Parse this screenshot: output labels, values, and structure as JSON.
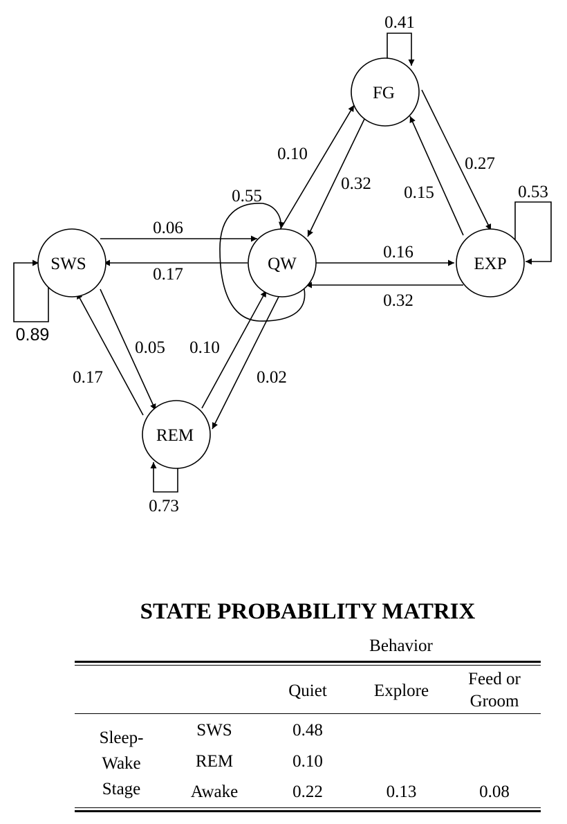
{
  "diagram": {
    "nodes": [
      {
        "id": "SWS",
        "label": "SWS"
      },
      {
        "id": "QW",
        "label": "QW"
      },
      {
        "id": "FG",
        "label": "FG"
      },
      {
        "id": "EXP",
        "label": "EXP"
      },
      {
        "id": "REM",
        "label": "REM"
      }
    ],
    "edges": [
      {
        "from": "SWS",
        "to": "QW",
        "probability": "0.06"
      },
      {
        "from": "QW",
        "to": "SWS",
        "probability": "0.17"
      },
      {
        "from": "SWS",
        "to": "REM",
        "probability": "0.05"
      },
      {
        "from": "REM",
        "to": "SWS",
        "probability": "0.17"
      },
      {
        "from": "REM",
        "to": "QW",
        "probability": "0.10"
      },
      {
        "from": "QW",
        "to": "REM",
        "probability": "0.02"
      },
      {
        "from": "QW",
        "to": "FG",
        "probability": "0.10"
      },
      {
        "from": "FG",
        "to": "QW",
        "probability": "0.32"
      },
      {
        "from": "FG",
        "to": "EXP",
        "probability": "0.27"
      },
      {
        "from": "EXP",
        "to": "FG",
        "probability": "0.15"
      },
      {
        "from": "QW",
        "to": "EXP",
        "probability": "0.16"
      },
      {
        "from": "EXP",
        "to": "QW",
        "probability": "0.32"
      }
    ],
    "self_loops": [
      {
        "node": "SWS",
        "probability": "0.89"
      },
      {
        "node": "REM",
        "probability": "0.73"
      },
      {
        "node": "QW",
        "probability": "0.55"
      },
      {
        "node": "FG",
        "probability": "0.41"
      },
      {
        "node": "EXP",
        "probability": "0.53"
      }
    ]
  },
  "matrix": {
    "title": "STATE PROBABILITY MATRIX",
    "column_group": "Behavior",
    "columns": [
      "Quiet",
      "Explore",
      "Feed or Groom"
    ],
    "row_group": "Sleep-Wake Stage",
    "rows": [
      {
        "label": "SWS",
        "values": [
          "0.48",
          "",
          ""
        ]
      },
      {
        "label": "REM",
        "values": [
          "0.10",
          "",
          ""
        ]
      },
      {
        "label": "Awake",
        "values": [
          "0.22",
          "0.13",
          "0.08"
        ]
      }
    ]
  }
}
